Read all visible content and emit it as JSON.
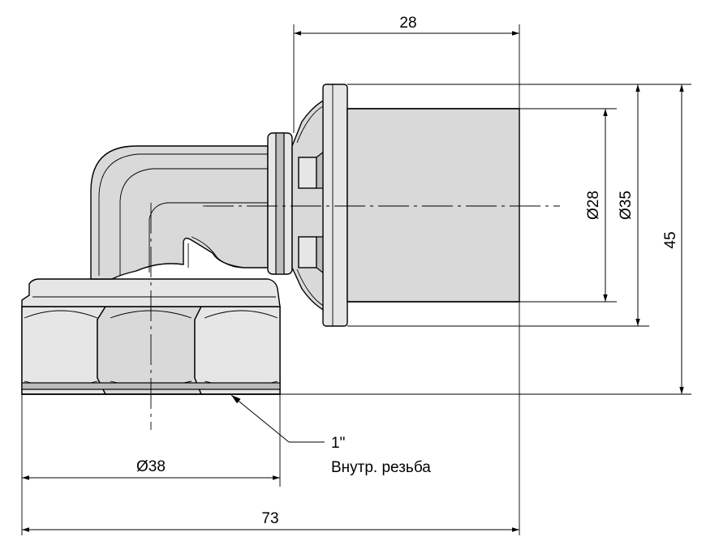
{
  "drawing": {
    "dimensions": {
      "top_length": "28",
      "inner_diameter": "Ø28",
      "outer_diameter": "Ø35",
      "height": "45",
      "thread_diameter": "Ø38",
      "total_length": "73"
    },
    "callout": {
      "size": "1\"",
      "description": "Внутр. резьба"
    },
    "colors": {
      "line": "#000000",
      "metal_fill": "#d9d9d9",
      "metal_shadow": "#bdbdbd"
    }
  }
}
